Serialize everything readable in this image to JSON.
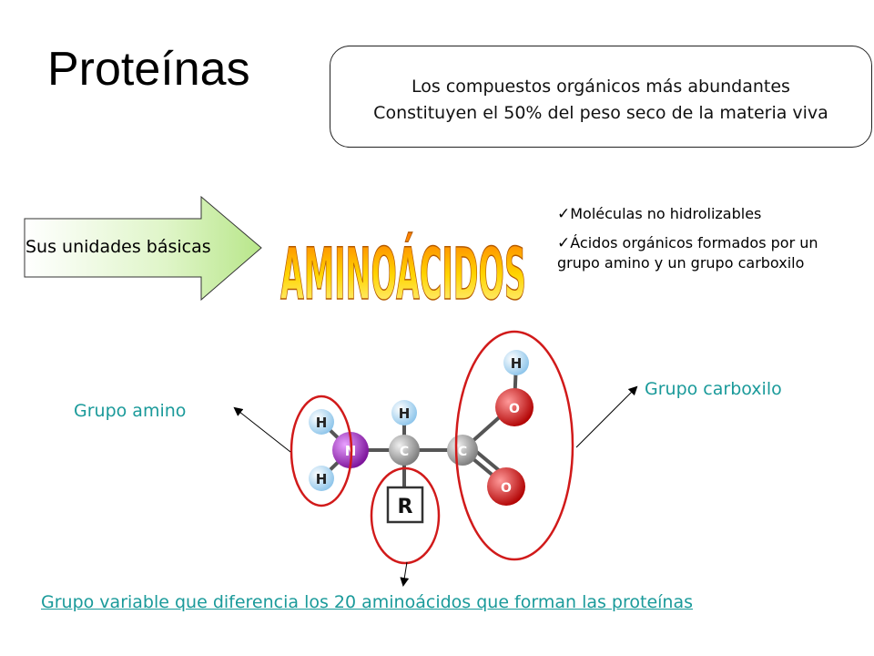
{
  "title": "Proteínas",
  "info_box": {
    "line1": "Los compuestos orgánicos más abundantes",
    "line2": "Constituyen el 50% del peso seco de la materia viva"
  },
  "arrow_label": "Sus unidades básicas",
  "wordart": "AMINOÁCIDOS",
  "bullets": [
    "Moléculas no hidrolizables",
    "Ácidos orgánicos formados por un grupo amino y un grupo carboxilo"
  ],
  "labels": {
    "amino": "Grupo amino",
    "carboxilo": "Grupo carboxilo",
    "variable": "Grupo variable que diferencia los 20 aminoácidos que forman las proteínas"
  },
  "atoms": {
    "H": "H",
    "N": "N",
    "C": "C",
    "O": "O",
    "R": "R"
  },
  "colors": {
    "hydrogen": "#bfe0f5",
    "nitrogen": "#a020c0",
    "carbon": "#9a9a9a",
    "oxygen": "#e01818",
    "ring": "#d11a1a",
    "label": "#1a9a9a"
  }
}
